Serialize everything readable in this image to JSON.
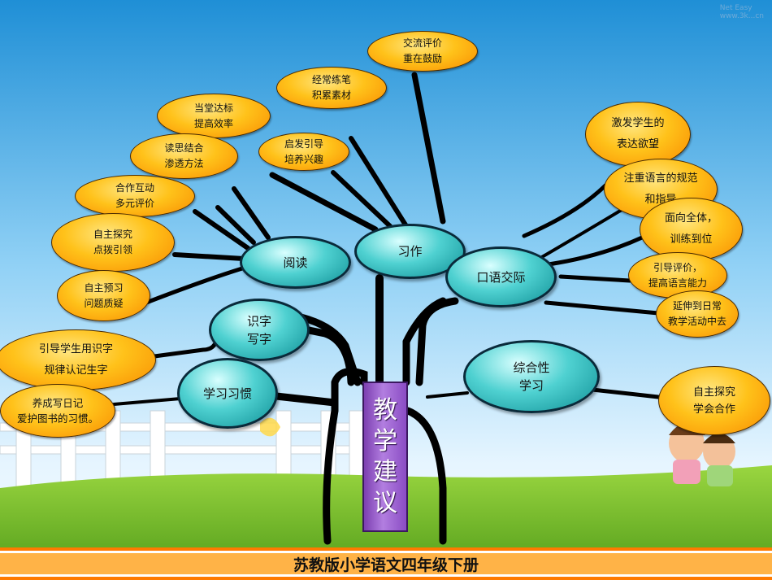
{
  "trunk": {
    "chars": [
      "教",
      "学",
      "建",
      "议"
    ]
  },
  "footer": {
    "text": "苏教版小学语文四年级下册"
  },
  "watermark": {
    "text": "Net Easy",
    "sub": "www.3k...cn"
  },
  "branches": {
    "reading": "阅读",
    "writing": "习作",
    "speaking": "口语交际",
    "literacy": [
      "识字",
      "写字"
    ],
    "habits": "学习习惯",
    "comprehensive": [
      "综合性",
      "学习"
    ]
  },
  "leaves": {
    "exchange": [
      "交流评价",
      "重在鼓励"
    ],
    "practice": [
      "经常练笔",
      "积累素材"
    ],
    "guide": [
      "启发引导",
      "培养兴趣"
    ],
    "efficiency": [
      "当堂达标",
      "提高效率"
    ],
    "think": [
      "读思结合",
      "渗透方法"
    ],
    "cooperate": [
      "合作互动",
      "多元评价"
    ],
    "explore": [
      "自主探究",
      "点拨引领"
    ],
    "preview": [
      "自主预习",
      "问题质疑"
    ],
    "literacy_rule": [
      "引导学生用识字",
      "规律认记生字"
    ],
    "diary": [
      "养成写日记",
      "爱护图书的习惯。"
    ],
    "desire": [
      "激发学生的",
      "表达欲望"
    ],
    "norm": [
      "注重语言的规范",
      "和指导"
    ],
    "all": [
      "面向全体，",
      "训练到位"
    ],
    "evaluate": [
      "引导评价，",
      "提高语言能力"
    ],
    "extend": [
      "延伸到日常",
      "教学活动中去"
    ],
    "explore_coop": [
      "自主探究",
      "学会合作"
    ]
  },
  "colors": {
    "sky_top": "#1f8fd6",
    "sky_bottom": "#e6f5ff",
    "grass": "#7bc42a",
    "accent_orange": "#ff8a00",
    "trunk": "#9b5fd0",
    "teal": "#3cc4c8"
  }
}
